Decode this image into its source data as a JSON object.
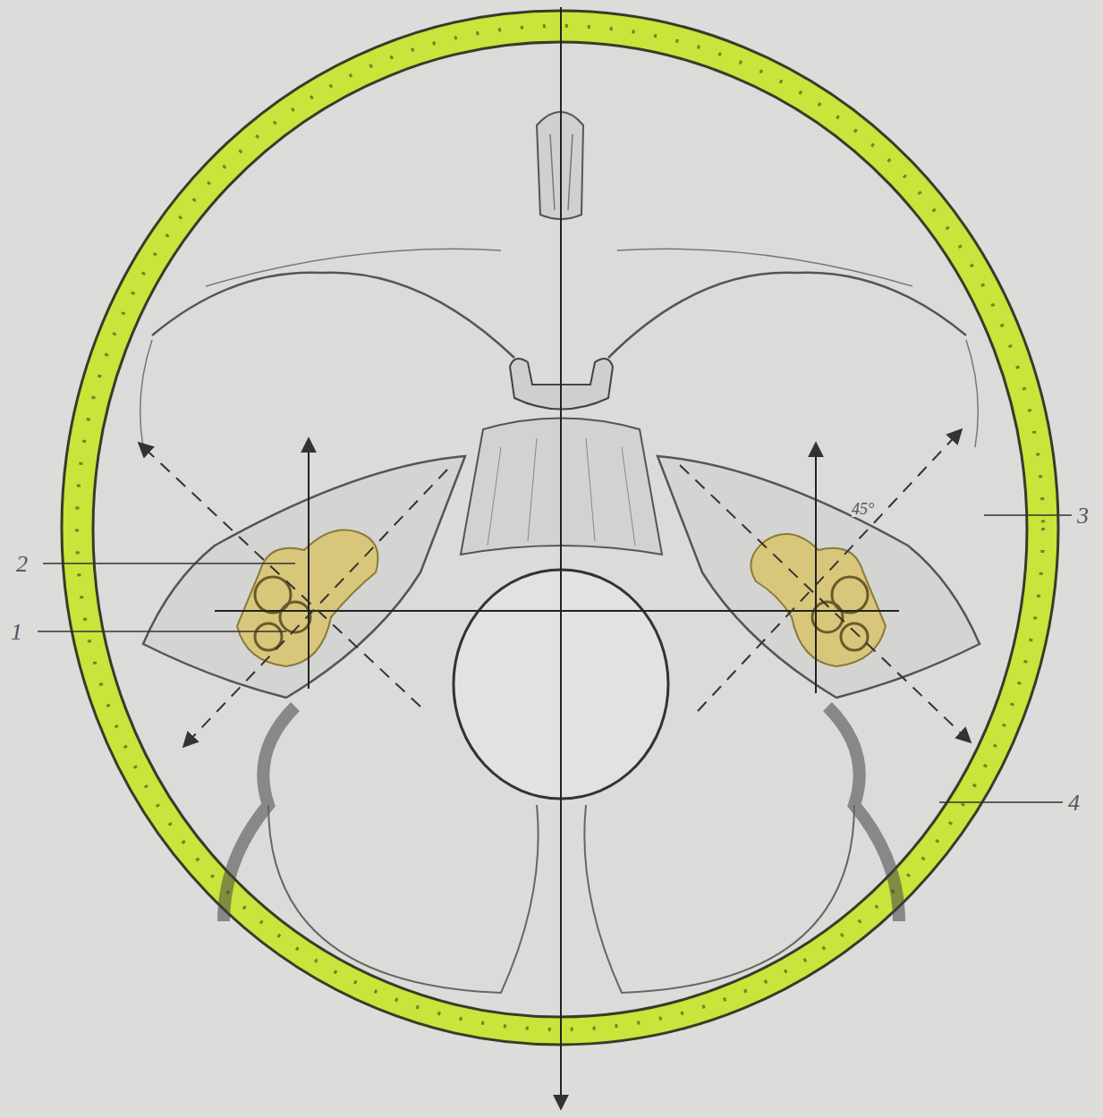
{
  "diagram": {
    "labels": [
      "2",
      "1",
      "3",
      "4",
      "45°"
    ]
  }
}
